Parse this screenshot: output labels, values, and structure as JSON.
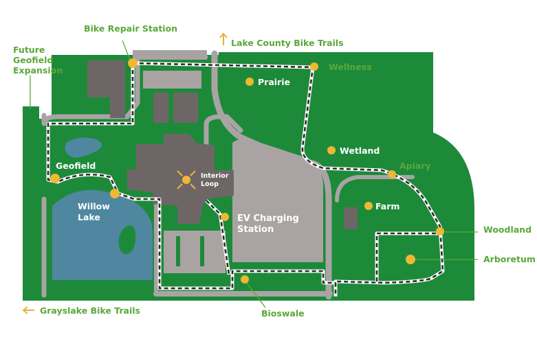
{
  "labels": {
    "bike_repair": "Bike Repair Station",
    "lake_county": "Lake County Bike Trails",
    "future_1": "Future",
    "future_2": "Geofield",
    "future_3": "Expansion",
    "wellness": "Wellness",
    "prairie": "Prairie",
    "wetland": "Wetland",
    "apiary": "Apiary",
    "geofield": "Geofield",
    "interior_1": "Interior",
    "interior_2": "Loop",
    "willow_1": "Willow",
    "willow_2": "Lake",
    "farm": "Farm",
    "ev_1": "EV Charging",
    "ev_2": "Station",
    "woodland": "Woodland",
    "arboretum": "Arboretum",
    "grayslake": "Grayslake Bike Trails",
    "bioswale": "Bioswale"
  },
  "colors": {
    "grass": "#1d8a3a",
    "road": "#a9a4a3",
    "building": "#6e6666",
    "water": "#4f87a1",
    "marker": "#efb733",
    "label_green": "#5aa83a",
    "arrow": "#e6b23a"
  }
}
